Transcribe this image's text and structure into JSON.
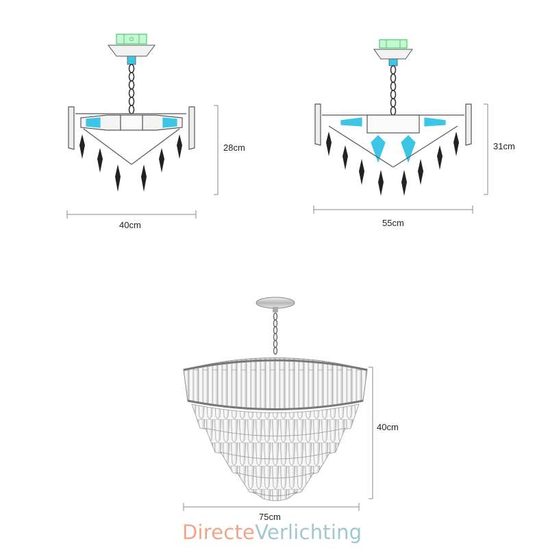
{
  "diagram_a": {
    "width_label": "40cm",
    "height_label": "28cm"
  },
  "diagram_b": {
    "width_label": "55cm",
    "height_label": "31cm"
  },
  "diagram_c": {
    "width_label": "75cm",
    "height_label": "40cm"
  },
  "brand": {
    "part1": "Directe",
    "part2": "Verlichting",
    "color1": "#f2a488",
    "color2": "#9fc7d2"
  },
  "colors": {
    "line": "#555555",
    "mount_accent": "#3fd16a",
    "bulb_accent": "#3cc6e6",
    "dim_line": "#888888"
  }
}
